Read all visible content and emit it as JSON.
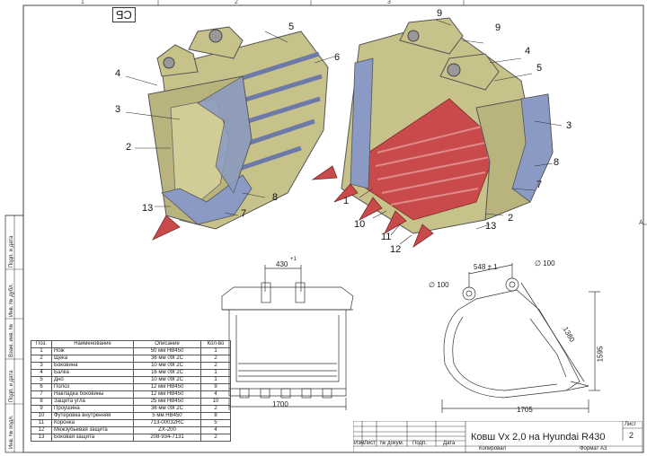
{
  "stamp": "СБ",
  "zones": {
    "top": [
      "1",
      "2",
      "3"
    ],
    "right": "А"
  },
  "callouts_left": [
    "5",
    "4",
    "6",
    "3",
    "2",
    "13",
    "7",
    "8"
  ],
  "callouts_right": [
    "9",
    "9",
    "4",
    "5",
    "3",
    "8",
    "7",
    "1",
    "10",
    "11",
    "12",
    "13",
    "2"
  ],
  "dims": {
    "width_top": "430",
    "width_top_tol": "+1",
    "width_bottom": "1700",
    "pin_dia_left": "∅ 100",
    "pin_dia_right": "∅ 100",
    "pin_span": "548 ± 1",
    "length_diag": "1380",
    "height": "1595",
    "depth": "1705"
  },
  "sidebar": [
    "Подп. и дата",
    "Инв. № дубл.",
    "Взам. инв. №",
    "Подп. и дата",
    "Инв. № подл."
  ],
  "spec_table": {
    "headers": [
      "Поз.",
      "Наименование",
      "Описание",
      "Кол-во"
    ],
    "rows": [
      [
        "1",
        "Нож",
        "50 мм HB450",
        "1"
      ],
      [
        "2",
        "Щека",
        "36 мм 09Г2С",
        "2"
      ],
      [
        "3",
        "Боковина",
        "10 мм 09Г2С",
        "2"
      ],
      [
        "4",
        "Балка",
        "16 мм 09Г2С",
        "1"
      ],
      [
        "5",
        "Дно",
        "10 мм 09Г2С",
        "1"
      ],
      [
        "6",
        "Полоз",
        "12 мм HB450",
        "9"
      ],
      [
        "7",
        "Накладка боковины",
        "12 мм HB450",
        "4"
      ],
      [
        "8",
        "Защита угла",
        "25 мм HB450",
        "10"
      ],
      [
        "9",
        "Проушина",
        "36 мм 09Г2С",
        "2"
      ],
      [
        "10",
        "Футеровка внутренняя",
        "5 мм HB450",
        "8"
      ],
      [
        "11",
        "Коронка",
        "713-00032RC",
        "5"
      ],
      [
        "12",
        "Межзубьевая защита",
        "ZX-200",
        "4"
      ],
      [
        "13",
        "Боковая защита",
        "208-934-7131",
        "2"
      ]
    ]
  },
  "title_block": {
    "title": "Ковш Vx 2,0 на Hyundai R430",
    "headers": [
      "Изм.",
      "Лист",
      "№ докум.",
      "Подп.",
      "Дата"
    ],
    "sheet_label": "Лист",
    "sheet_num": "2",
    "copied": "Копировал",
    "format": "Формат А3"
  },
  "colors": {
    "body": "#c7c28a",
    "side": "#8a9ac4",
    "red": "#c94a4a",
    "steel": "#9a9a9a"
  }
}
